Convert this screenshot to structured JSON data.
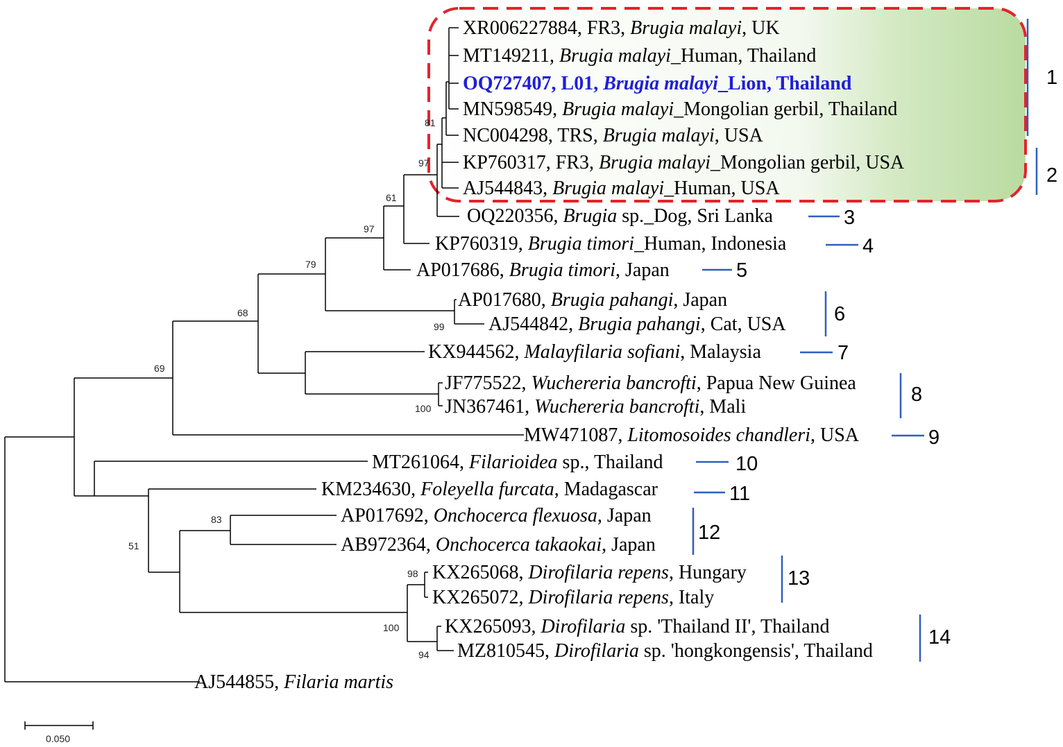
{
  "colors": {
    "highlight_text": "#1f1fd6",
    "highlight_box": "#e4232b",
    "clade_bar": "#2f5fbf",
    "gradient_green": "#b9dba0"
  },
  "taxa": {
    "t1": {
      "parts": [
        [
          "XR006227884, FR3, ",
          false
        ],
        [
          "Brugia malayi",
          true
        ],
        [
          ", UK",
          false
        ]
      ]
    },
    "t2": {
      "parts": [
        [
          "MT149211, ",
          false
        ],
        [
          "Brugia malayi",
          true
        ],
        [
          "_Human, Thailand",
          false
        ]
      ]
    },
    "t3": {
      "parts": [
        [
          "OQ727407, L01, ",
          false
        ],
        [
          "Brugia malayi",
          true
        ],
        [
          "_Lion, Thailand",
          false
        ]
      ],
      "highlight": true
    },
    "t4": {
      "parts": [
        [
          "MN598549, ",
          false
        ],
        [
          "Brugia malayi",
          true
        ],
        [
          "_Mongolian gerbil, Thailand",
          false
        ]
      ]
    },
    "t5": {
      "parts": [
        [
          "NC004298, TRS, ",
          false
        ],
        [
          "Brugia malayi",
          true
        ],
        [
          ", USA",
          false
        ]
      ]
    },
    "t6": {
      "parts": [
        [
          "KP760317, FR3, ",
          false
        ],
        [
          "Brugia malayi",
          true
        ],
        [
          "_Mongolian gerbil, USA",
          false
        ]
      ]
    },
    "t7": {
      "parts": [
        [
          "AJ544843, ",
          false
        ],
        [
          "Brugia malayi",
          true
        ],
        [
          "_Human, USA",
          false
        ]
      ]
    },
    "t8": {
      "parts": [
        [
          "OQ220356, ",
          false
        ],
        [
          "Brugia",
          true
        ],
        [
          " sp._Dog, Sri Lanka",
          false
        ]
      ]
    },
    "t9": {
      "parts": [
        [
          "KP760319, ",
          false
        ],
        [
          "Brugia timori",
          true
        ],
        [
          "_Human, Indonesia",
          false
        ]
      ]
    },
    "t10": {
      "parts": [
        [
          "AP017686, ",
          false
        ],
        [
          "Brugia timori",
          true
        ],
        [
          ", Japan",
          false
        ]
      ]
    },
    "t11": {
      "parts": [
        [
          "AP017680, ",
          false
        ],
        [
          "Brugia pahangi",
          true
        ],
        [
          ", Japan",
          false
        ]
      ]
    },
    "t12": {
      "parts": [
        [
          "AJ544842, ",
          false
        ],
        [
          "Brugia pahangi",
          true
        ],
        [
          ", Cat, USA",
          false
        ]
      ]
    },
    "t13": {
      "parts": [
        [
          "KX944562, ",
          false
        ],
        [
          "Malayfilaria sofiani",
          true
        ],
        [
          ", Malaysia",
          false
        ]
      ]
    },
    "t14": {
      "parts": [
        [
          "JF775522, ",
          false
        ],
        [
          "Wuchereria bancrofti",
          true
        ],
        [
          ", Papua New Guinea",
          false
        ]
      ]
    },
    "t15": {
      "parts": [
        [
          "JN367461, ",
          false
        ],
        [
          "Wuchereria bancrofti",
          true
        ],
        [
          ", Mali",
          false
        ]
      ]
    },
    "t16": {
      "parts": [
        [
          "MW471087, ",
          false
        ],
        [
          "Litomosoides chandleri",
          true
        ],
        [
          ", USA",
          false
        ]
      ]
    },
    "t17": {
      "parts": [
        [
          "MT261064, ",
          false
        ],
        [
          "Filarioidea",
          true
        ],
        [
          " sp., Thailand",
          false
        ]
      ]
    },
    "t18": {
      "parts": [
        [
          "KM234630, ",
          false
        ],
        [
          "Foleyella furcata",
          true
        ],
        [
          ", Madagascar",
          false
        ]
      ]
    },
    "t19": {
      "parts": [
        [
          "AP017692, ",
          false
        ],
        [
          "Onchocerca flexuosa",
          true
        ],
        [
          ", Japan",
          false
        ]
      ]
    },
    "t20": {
      "parts": [
        [
          "AB972364, ",
          false
        ],
        [
          "Onchocerca takaokai",
          true
        ],
        [
          ", Japan",
          false
        ]
      ]
    },
    "t21": {
      "parts": [
        [
          "KX265068, ",
          false
        ],
        [
          "Dirofilaria repens",
          true
        ],
        [
          ", Hungary",
          false
        ]
      ]
    },
    "t22": {
      "parts": [
        [
          "KX265072, ",
          false
        ],
        [
          "Dirofilaria repens",
          true
        ],
        [
          ", Italy",
          false
        ]
      ]
    },
    "t23": {
      "parts": [
        [
          "KX265093, ",
          false
        ],
        [
          "Dirofilaria",
          true
        ],
        [
          " sp. 'Thailand II', Thailand",
          false
        ]
      ]
    },
    "t24": {
      "parts": [
        [
          "MZ810545, ",
          false
        ],
        [
          "Dirofilaria",
          true
        ],
        [
          " sp. 'hongkongensis', Thailand",
          false
        ]
      ]
    },
    "t25": {
      "parts": [
        [
          "AJ544855, ",
          false
        ],
        [
          "Filaria martis",
          true
        ]
      ]
    }
  },
  "bootstrap": {
    "b81": "81",
    "b97a": "97",
    "b61": "61",
    "b97b": "97",
    "b79": "79",
    "b68": "68",
    "b69": "69",
    "b99": "99",
    "b100a": "100",
    "b83": "83",
    "b51": "51",
    "b98": "98",
    "b100b": "100",
    "b94": "94"
  },
  "clusters": {
    "c1": "1",
    "c2": "2",
    "c3": "3",
    "c4": "4",
    "c5": "5",
    "c6": "6",
    "c7": "7",
    "c8": "8",
    "c9": "9",
    "c10": "10",
    "c11": "11",
    "c12": "12",
    "c13": "13",
    "c14": "14"
  },
  "scale_bar": {
    "label": "0.050"
  }
}
